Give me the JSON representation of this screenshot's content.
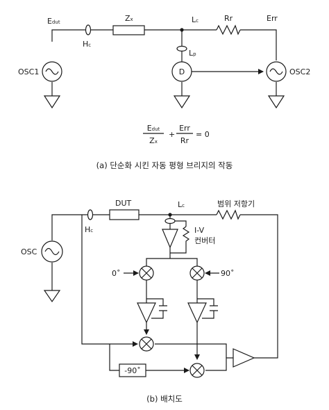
{
  "diagram_a": {
    "labels": {
      "e_dut": "E",
      "e_dut_sub": "dut",
      "h_c": "H",
      "h_c_sub": "c",
      "z_x": "Z",
      "z_x_sub": "x",
      "l_c": "L",
      "l_c_sub": "c",
      "r_r": "Rr",
      "e_rr": "Err",
      "l_p": "L",
      "l_p_sub": "p",
      "osc1": "OSC1",
      "osc2": "OSC2",
      "detector": "D"
    },
    "equation": {
      "num1": "E",
      "num1_sub": "dut",
      "den1": "Z",
      "den1_sub": "x",
      "plus": "+",
      "num2": "Err",
      "den2": "Rr",
      "rhs": "= 0"
    },
    "caption": "(a) 단순화 시킨 자동 평형 브리지의 작동"
  },
  "diagram_b": {
    "labels": {
      "osc": "OSC",
      "dut": "DUT",
      "h_c": "H",
      "h_c_sub": "c",
      "l_c": "L",
      "l_c_sub": "c",
      "range_resistor": "범위 저항기",
      "iv": "I-V",
      "converter": "컨버터",
      "deg0": "0˚",
      "deg90": "90˚",
      "shift": "-90˚"
    },
    "caption": "(b) 배치도"
  }
}
